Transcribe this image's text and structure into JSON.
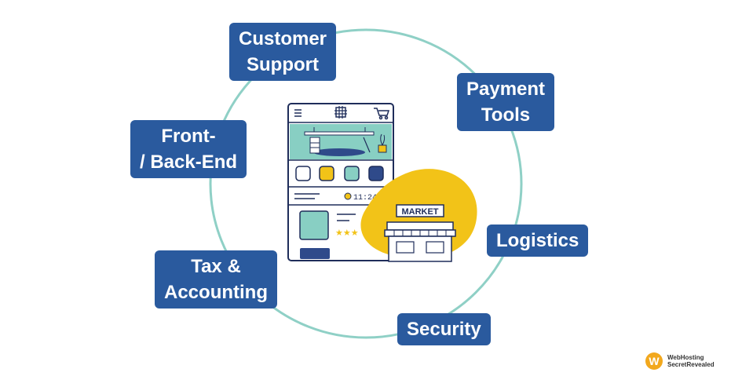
{
  "diagram": {
    "labels": [
      {
        "id": "customer-support",
        "lines": [
          "Customer",
          "Support"
        ]
      },
      {
        "id": "payment-tools",
        "lines": [
          "Payment",
          "Tools"
        ]
      },
      {
        "id": "front-back-end",
        "lines": [
          "Front-",
          "/ Back-End"
        ]
      },
      {
        "id": "logistics",
        "lines": [
          "Logistics"
        ]
      },
      {
        "id": "tax-accounting",
        "lines": [
          "Tax &",
          "Accounting"
        ]
      },
      {
        "id": "security",
        "lines": [
          "Security"
        ]
      }
    ],
    "illustration": {
      "clock_time": "11:24:51",
      "market_sign": "MARKET"
    }
  },
  "brand": {
    "line1": "WebHosting",
    "line2": "SecretRevealed",
    "badge": "W"
  },
  "colors": {
    "ring": "#8fd0c6",
    "label_bg": "#2a5a9e",
    "accent_yellow": "#f2c318",
    "teal": "#88cfc3",
    "navy": "#2f4a8a"
  }
}
